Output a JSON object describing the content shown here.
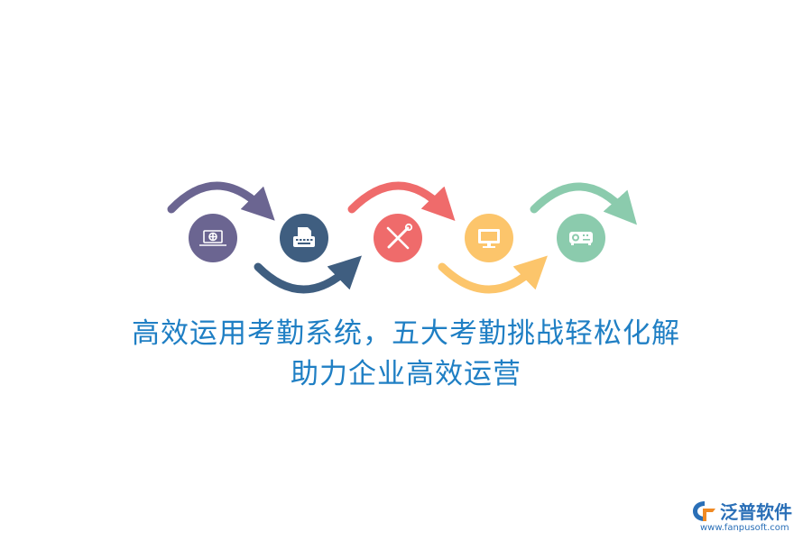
{
  "title": {
    "line1": "高效运用考勤系统，五大考勤挑战轻松化解",
    "line2": "助力企业高效运营"
  },
  "steps": [
    {
      "icon": "laptop-globe-icon",
      "color": "#6b6591"
    },
    {
      "icon": "typewriter-icon",
      "color": "#3f5e80"
    },
    {
      "icon": "tools-icon",
      "color": "#ef6b6b"
    },
    {
      "icon": "monitor-icon",
      "color": "#fcc56b"
    },
    {
      "icon": "projector-icon",
      "color": "#8bcbad"
    }
  ],
  "brand": {
    "name": "泛普软件",
    "url": "www.fanpusoft.com",
    "color": "#2a6fb7"
  }
}
